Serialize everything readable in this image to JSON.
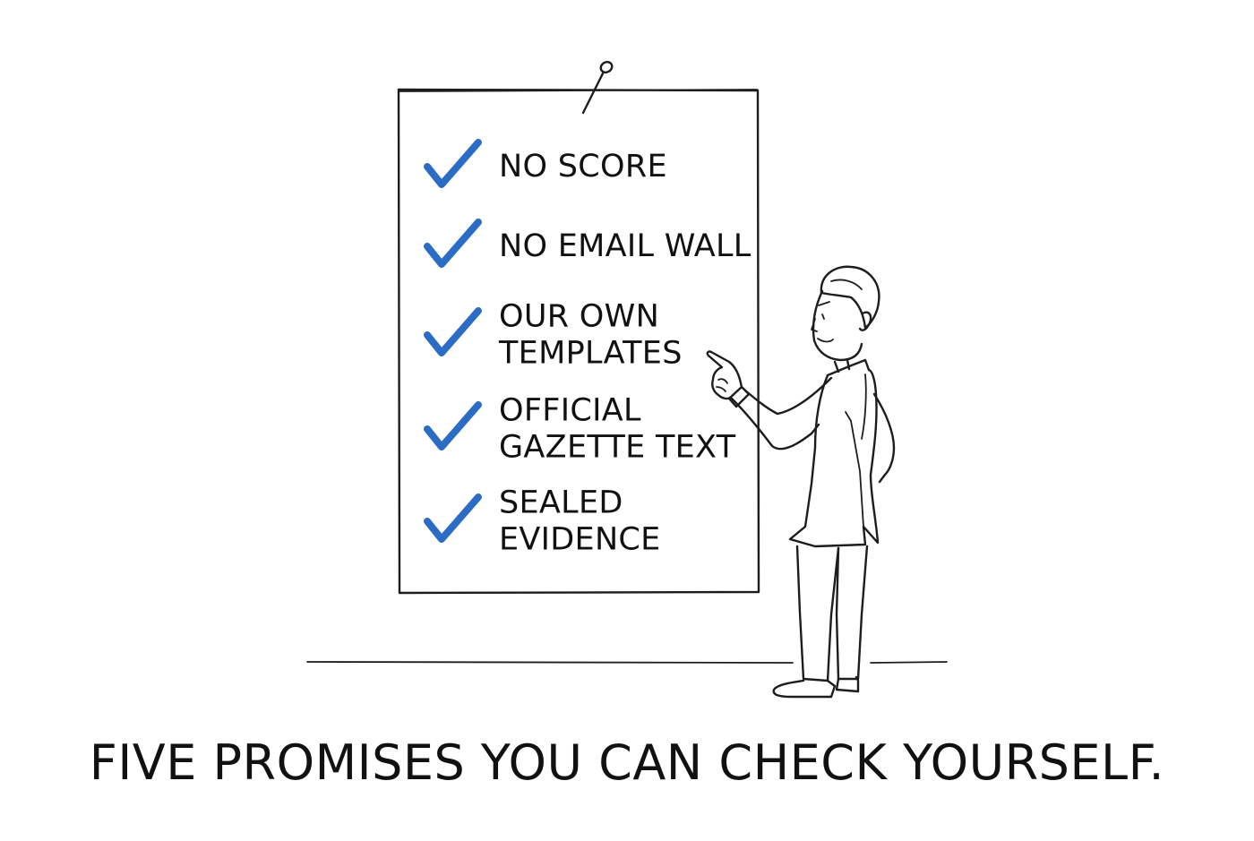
{
  "checklist": {
    "items": [
      {
        "lines": [
          "NO SCORE"
        ]
      },
      {
        "lines": [
          "NO EMAIL WALL"
        ]
      },
      {
        "lines": [
          "OUR OWN",
          "TEMPLATES"
        ]
      },
      {
        "lines": [
          "OFFICIAL",
          "GAZETTE TEXT"
        ]
      },
      {
        "lines": [
          "SEALED",
          "EVIDENCE"
        ]
      }
    ]
  },
  "caption": "FIVE PROMISES YOU CAN CHECK YOURSELF.",
  "colors": {
    "check": "#2b6cc4",
    "ink": "#1d1d1d",
    "background": "#ffffff"
  },
  "icons": {
    "check": "check-mark-icon",
    "pin": "push-pin-icon"
  }
}
